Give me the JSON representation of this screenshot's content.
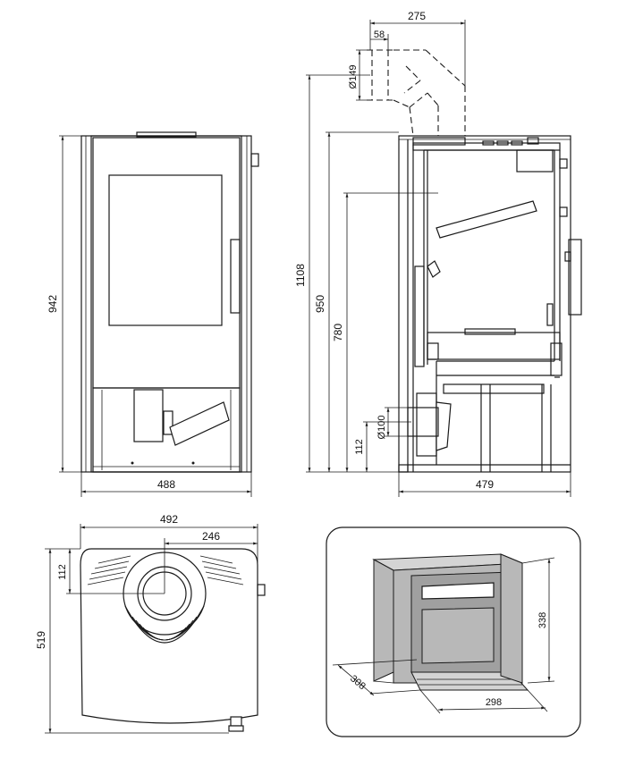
{
  "dimensions": {
    "front_height": "942",
    "front_width": "488",
    "side_total_height": "1108",
    "side_body_height": "950",
    "side_flue_height": "780",
    "side_rear_outlet_height": "112",
    "side_rear_outlet_diameter": "Ø100",
    "side_depth": "479",
    "flue_offset": "275",
    "flue_collar": "58",
    "flue_diameter": "Ø149",
    "top_width": "492",
    "top_flue_offset": "246",
    "top_flue_depth": "112",
    "top_depth": "519",
    "firebox_height": "338",
    "firebox_depth": "308",
    "firebox_width": "298"
  },
  "colors": {
    "line": "#1a1a1a",
    "firebox_fill": "#b8b8b8",
    "panel_border": "#1a1a1a"
  }
}
